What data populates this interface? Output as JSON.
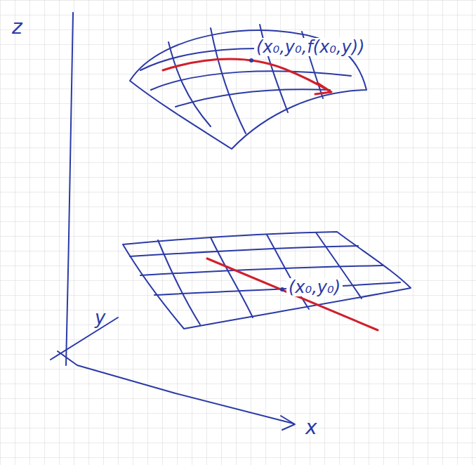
{
  "diagram": {
    "labels": [
      "z",
      "(x₀,y₀,f(x₀,y))",
      "(x₀,y₀)",
      "y",
      "x"
    ]
  }
}
